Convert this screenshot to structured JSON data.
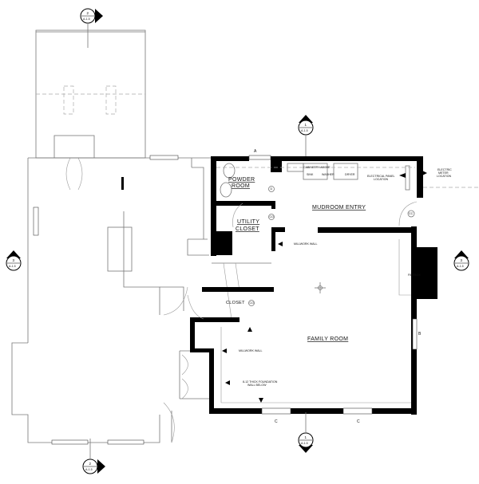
{
  "rooms": {
    "powder": [
      "POWDER",
      "ROOM"
    ],
    "utility": [
      "UTILITY",
      "CLOSET"
    ],
    "mudroom": "MUDROOM ENTRY",
    "closet": "CLOSET",
    "family": "FAMILY ROOM"
  },
  "notes": {
    "cabinetry": "CABINETRY ABOVE",
    "sink": "SINK",
    "washer": "WASHER",
    "dryer": "DRYER",
    "panel": [
      "ELECTRICAL PANEL",
      "LOCATION"
    ],
    "meter": [
      "ELECTRIC",
      "METER",
      "LOCATION"
    ],
    "millwork1": "MILLWORK WALL",
    "millwork2": "MILLWORK WALL",
    "foundation": [
      "8-12 THICK FOUNDATION",
      "WALL BELOW"
    ],
    "firebox": "FIREBOX"
  },
  "tags": {
    "a": "A",
    "b": "B",
    "c1": "C",
    "c2": "C",
    "cc": "CC",
    "d1": "D",
    "co1": "CO",
    "co2": "CO"
  },
  "section_markers": [
    {
      "num": "2",
      "sheet": "A-1.5"
    },
    {
      "num": "1",
      "sheet": "A-1.5"
    },
    {
      "num": "3",
      "sheet": "A-1.5"
    },
    {
      "num": "3",
      "sheet": "A-1.5"
    },
    {
      "num": "1",
      "sheet": "A-1.5"
    },
    {
      "num": "2",
      "sheet": "A-1.5"
    }
  ]
}
